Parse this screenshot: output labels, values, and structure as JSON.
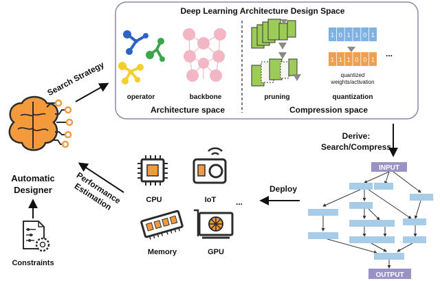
{
  "design_space": {
    "title": "Deep Learning Architecture Design Space",
    "architecture": {
      "operator_label": "operator",
      "backbone_label": "backbone",
      "caption": "Architecture space"
    },
    "compression": {
      "pruning_label": "pruning",
      "quantization_label": "quantization",
      "quantized_line1": "quantized",
      "quantized_line2": "weights/activation",
      "caption": "Compression space",
      "bits_row1": [
        "1",
        "0",
        "1",
        "1",
        "0",
        "1"
      ],
      "bits_row2": [
        "1",
        "1",
        "1",
        "0",
        "0",
        "1"
      ],
      "ellipsis": "..."
    }
  },
  "edges": {
    "search_strategy": "Search Strategy",
    "derive_line1": "Derive:",
    "derive_line2": "Search/Compress",
    "deploy": "Deploy",
    "performance_line1": "Performance",
    "performance_line2": "Estimation"
  },
  "designer": {
    "line1": "Automatic",
    "line2": "Designer",
    "constraints_label": "Constraints"
  },
  "hardware": {
    "cpu": "CPU",
    "iot": "IoT",
    "memory": "Memory",
    "gpu": "GPU",
    "ellipsis": "..."
  },
  "graph": {
    "input_label": "INPUT",
    "output_label": "OUTPUT"
  },
  "colors": {
    "panel_border": "#8f85a8",
    "orange": "#f39a3c",
    "operator_blue": "#2d62c8",
    "operator_green": "#3aa64b",
    "operator_yellow": "#f2cf2c",
    "backbone_pink": "#f3b6c4",
    "pruning_green": "#9ccb57",
    "quant_blue": "#7fb2e2",
    "quant_orange": "#f0a04c",
    "graph_node": "#a6cce8",
    "graph_io": "#9a91c6"
  }
}
